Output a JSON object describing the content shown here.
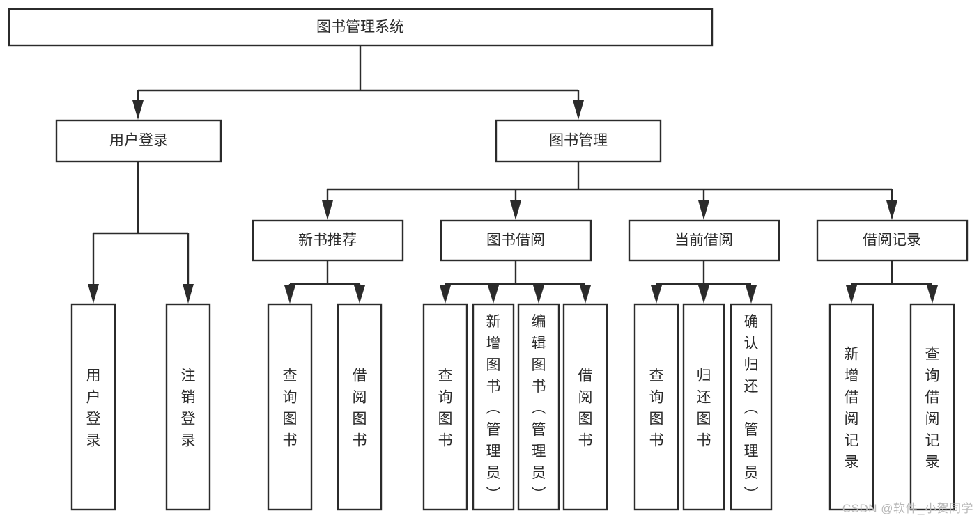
{
  "diagram": {
    "type": "tree-hierarchy",
    "title": "图书管理系统",
    "root": {
      "id": "root",
      "label": "图书管理系统",
      "level": 0
    },
    "level1": [
      {
        "id": "user-login",
        "label": "用户登录",
        "level": 1
      },
      {
        "id": "book-manage",
        "label": "图书管理",
        "level": 1
      }
    ],
    "level2": [
      {
        "id": "new-book-recommend",
        "label": "新书推荐",
        "parent": "book-manage",
        "level": 2
      },
      {
        "id": "book-borrow",
        "label": "图书借阅",
        "parent": "book-manage",
        "level": 2
      },
      {
        "id": "current-borrow",
        "label": "当前借阅",
        "parent": "book-manage",
        "level": 2
      },
      {
        "id": "borrow-record",
        "label": "借阅记录",
        "parent": "book-manage",
        "level": 2
      }
    ],
    "leaves": [
      {
        "id": "leaf-user-login",
        "label": "用户登录",
        "parent": "user-login",
        "level": 2
      },
      {
        "id": "leaf-user-logout",
        "label": "注销登录",
        "parent": "user-login",
        "level": 2
      },
      {
        "id": "leaf-query-book-1",
        "label": "查询图书",
        "parent": "new-book-recommend",
        "level": 3
      },
      {
        "id": "leaf-borrow-book-1",
        "label": "借阅图书",
        "parent": "new-book-recommend",
        "level": 3
      },
      {
        "id": "leaf-query-book-2",
        "label": "查询图书",
        "parent": "book-borrow",
        "level": 3
      },
      {
        "id": "leaf-add-book",
        "label": "新增图书（管理员）",
        "parent": "book-borrow",
        "level": 3
      },
      {
        "id": "leaf-edit-book",
        "label": "编辑图书（管理员）",
        "parent": "book-borrow",
        "level": 3
      },
      {
        "id": "leaf-borrow-book-2",
        "label": "借阅图书",
        "parent": "book-borrow",
        "level": 3
      },
      {
        "id": "leaf-query-book-3",
        "label": "查询图书",
        "parent": "current-borrow",
        "level": 3
      },
      {
        "id": "leaf-return-book",
        "label": "归还图书",
        "parent": "current-borrow",
        "level": 3
      },
      {
        "id": "leaf-confirm-return",
        "label": "确认归还（管理员）",
        "parent": "current-borrow",
        "level": 3
      },
      {
        "id": "leaf-add-record",
        "label": "新增借阅记录",
        "parent": "borrow-record",
        "level": 3
      },
      {
        "id": "leaf-query-record",
        "label": "查询借阅记录",
        "parent": "borrow-record",
        "level": 3
      }
    ],
    "colors": {
      "stroke": "#2b2b2b",
      "fill": "#ffffff",
      "text": "#2b2b2b",
      "watermark": "#b9b9b9",
      "background": "#ffffff"
    }
  },
  "watermark": {
    "text": "CSDN @软件_小贺同学"
  }
}
